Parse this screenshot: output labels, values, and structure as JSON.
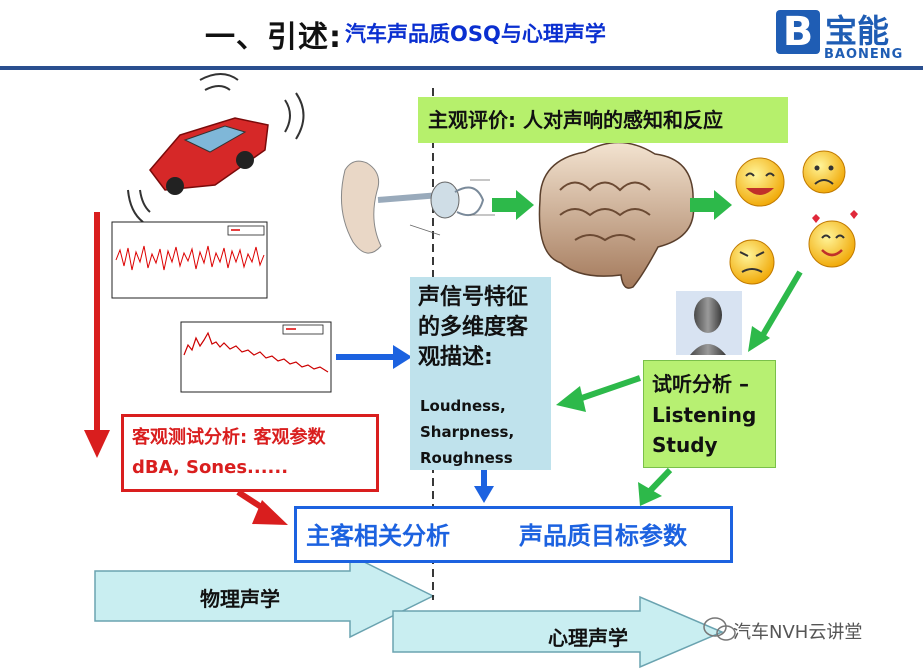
{
  "header": {
    "title": "一、引述:",
    "subtitle": "汽车声品质OSQ与心理声学"
  },
  "logo": {
    "mark": "B",
    "name_cn": "宝能",
    "name_en": "BAONENG"
  },
  "subjective": {
    "title": "主观评价:  人对声响的感知和反应"
  },
  "feature_box": {
    "title": "声信号特征的多维度客观描述:",
    "metrics": [
      "Loudness,",
      "Sharpness,",
      "Roughness"
    ]
  },
  "listening_box": {
    "label_cn": "试听分析 –",
    "label_en_1": "Listening",
    "label_en_2": "Study"
  },
  "objective_box": {
    "line1": "客观测试分析:  客观参数",
    "line2": "dBA,  Sones......"
  },
  "correlation_box": {
    "left": "主客相关分析",
    "right": "声品质目标参数"
  },
  "bands": {
    "physical": "物理声学",
    "psychological": "心理声学"
  },
  "watermark": {
    "text": "汽车NVH云讲堂"
  },
  "colors": {
    "accent_blue": "#1c62e0",
    "accent_red": "#d91e1e",
    "accent_green": "#2db94a",
    "brand_blue": "#1f5db4",
    "band_fill": "#c9eef1"
  }
}
